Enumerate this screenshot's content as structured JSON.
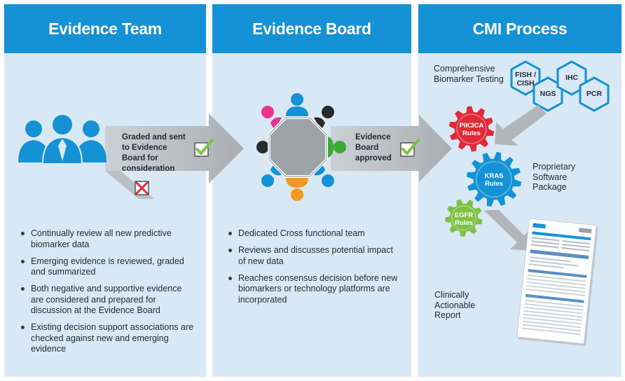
{
  "panels": [
    {
      "title": "Evidence Team",
      "bullets": [
        "Continually review all new predictive biomarker data",
        "Emerging evidence is reviewed, graded and summarized",
        "Both negative and supportive evidence are considered and prepared for discussion at the Evidence Board",
        "Existing decision support associations are checked against new and emerging evidence"
      ]
    },
    {
      "title": "Evidence Board",
      "bullets": [
        "Dedicated Cross functional team",
        "Reviews and discusses potential impact of new data",
        "Reaches consensus decision before new biomarkers or technology platforms are incorporated"
      ]
    },
    {
      "title": "CMI Process"
    }
  ],
  "arrows": {
    "team_to_board": "Graded and sent to Evidence Board for consideration",
    "board_to_cmi": "Evidence Board approved"
  },
  "cmi": {
    "testing_label": "Comprehensive Biomarker Testing",
    "software_label": "Proprietary Software Package",
    "report_label": "Clinically Actionable Report",
    "hexagons": [
      "FISH / CISH",
      "NGS",
      "IHC",
      "PCR"
    ],
    "gears": [
      {
        "label": "PIK3CA Rules",
        "color": "#e02a3a"
      },
      {
        "label": "KRAS Rules",
        "color": "#1592d6"
      },
      {
        "label": "EGFR Rules",
        "color": "#7dc242"
      }
    ]
  },
  "icons": {
    "people": "people-group-icon",
    "check": "check-mark-icon",
    "reject": "x-mark-icon",
    "table": "octagon-table-icon",
    "report": "report-document-icon"
  },
  "colors": {
    "header": "#1592d6",
    "panel": "#d9e8f5",
    "check": "#7dc242",
    "reject": "#e02a3a",
    "person_cyan": "#1592d6",
    "person_magenta": "#e8348e",
    "person_black": "#2a2a2a",
    "person_green": "#3aaa35",
    "person_orange": "#f39a1e"
  }
}
